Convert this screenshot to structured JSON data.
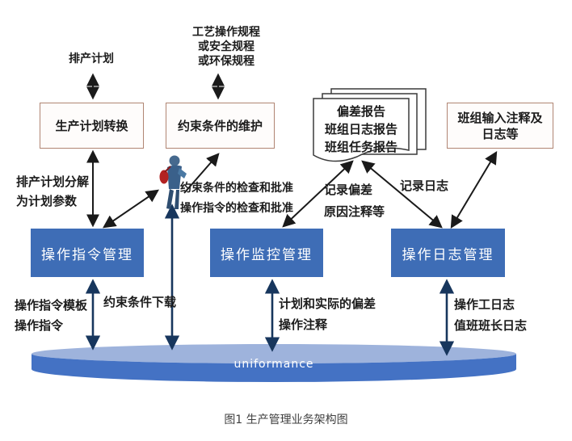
{
  "figure": {
    "caption": "图1 生产管理业务架构图"
  },
  "top_labels": {
    "schedule_plan": "排产计划",
    "regulations_line1": "工艺操作规程",
    "regulations_line2": "或安全规程",
    "regulations_line3": "或环保规程"
  },
  "boxes": {
    "plan_convert": "生产计划转换",
    "constraint_maintain": "约束条件的维护",
    "team_input_line1": "班组输入注释及",
    "team_input_line2": "日志等"
  },
  "doc_stack": {
    "lines": [
      "偏差报告",
      "班组日志报告",
      "班组任务报告"
    ]
  },
  "blue_boxes": {
    "instruction_mgmt": "操作指令管理",
    "monitor_mgmt": "操作监控管理",
    "log_mgmt": "操作日志管理"
  },
  "edge_labels": {
    "plan_decompose_line1": "排产计划分解",
    "plan_decompose_line2": "为计划参数",
    "check_approve_line1": "约束条件的检查和批准",
    "check_approve_line2": "操作指令的检查和批准",
    "record_deviation_line1": "记录偏差",
    "record_deviation_line2": "原因注释等",
    "record_log": "记录日志",
    "instr_template_line1": "操作指令模板",
    "instr_template_line2": "操作指令",
    "constraint_download": "约束条件下载",
    "plan_actual_line1": "计划和实际的偏差",
    "plan_actual_line2": "操作注释",
    "operator_log_line1": "操作工日志",
    "operator_log_line2": "值班班长日志"
  },
  "platform": {
    "name": "uniformance"
  },
  "colors": {
    "blue_box": "#3e6db6",
    "navy_arrow": "#17365d",
    "black_arrow": "#1a1a1a",
    "white_box_border": "#b08573",
    "disk_top": "#9eb3dc",
    "disk_front": "#4472c4"
  },
  "icons": {
    "person": "person-icon"
  }
}
